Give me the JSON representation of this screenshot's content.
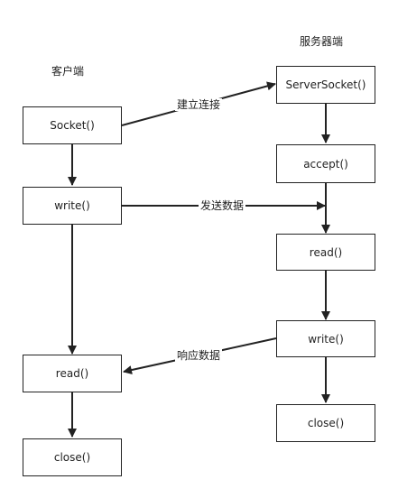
{
  "columns": {
    "client_title": "客户端",
    "server_title": "服务器端"
  },
  "client": {
    "socket": "Socket()",
    "write": "write()",
    "read": "read()",
    "close": "close()"
  },
  "server": {
    "server_socket": "ServerSocket()",
    "accept": "accept()",
    "read": "read()",
    "write": "write()",
    "close": "close()"
  },
  "edges": {
    "connect": "建立连接",
    "send": "发送数据",
    "respond": "响应数据"
  }
}
